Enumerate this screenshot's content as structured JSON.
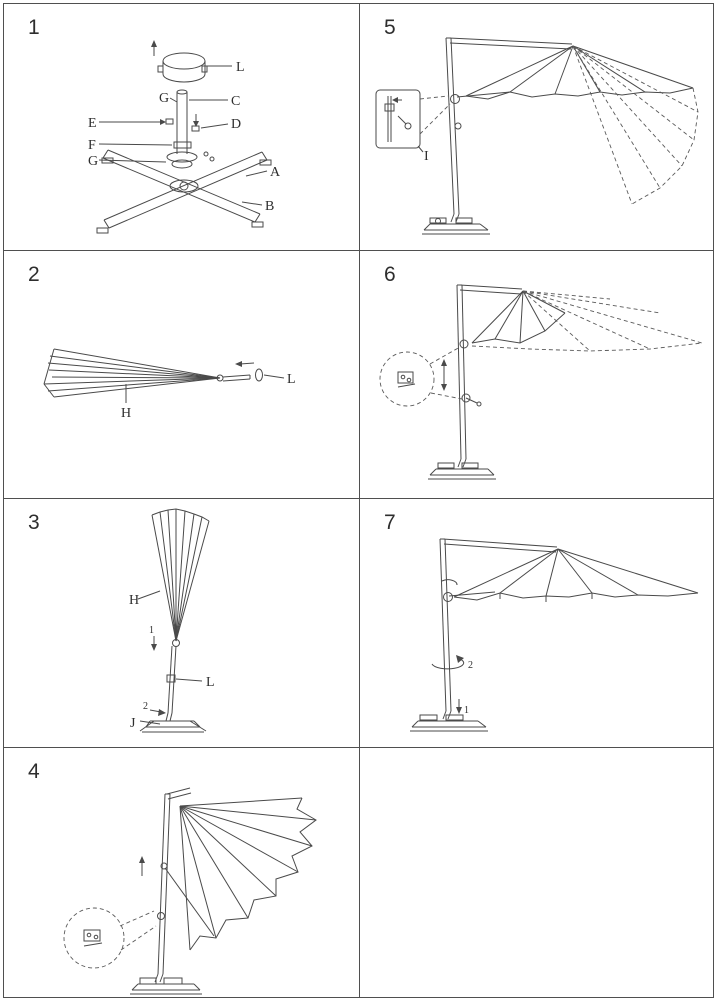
{
  "colors": {
    "line": "#4a4a4a",
    "border": "#4f4f4f",
    "background": "#ffffff"
  },
  "panels": [
    {
      "number": "1",
      "labels": {
        "l": "L",
        "g_top": "G",
        "c": "C",
        "e": "E",
        "d": "D",
        "f": "F",
        "g_left": "G",
        "a": "A",
        "b": "B"
      }
    },
    {
      "number": "2",
      "labels": {
        "h": "H",
        "l": "L"
      }
    },
    {
      "number": "3",
      "labels": {
        "h": "H",
        "step1": "1",
        "l": "L",
        "step2": "2",
        "j": "J"
      }
    },
    {
      "number": "4",
      "labels": {}
    },
    {
      "number": "5",
      "labels": {
        "i": "I"
      }
    },
    {
      "number": "6",
      "labels": {}
    },
    {
      "number": "7",
      "labels": {
        "step1": "1",
        "step2": "2"
      }
    }
  ]
}
